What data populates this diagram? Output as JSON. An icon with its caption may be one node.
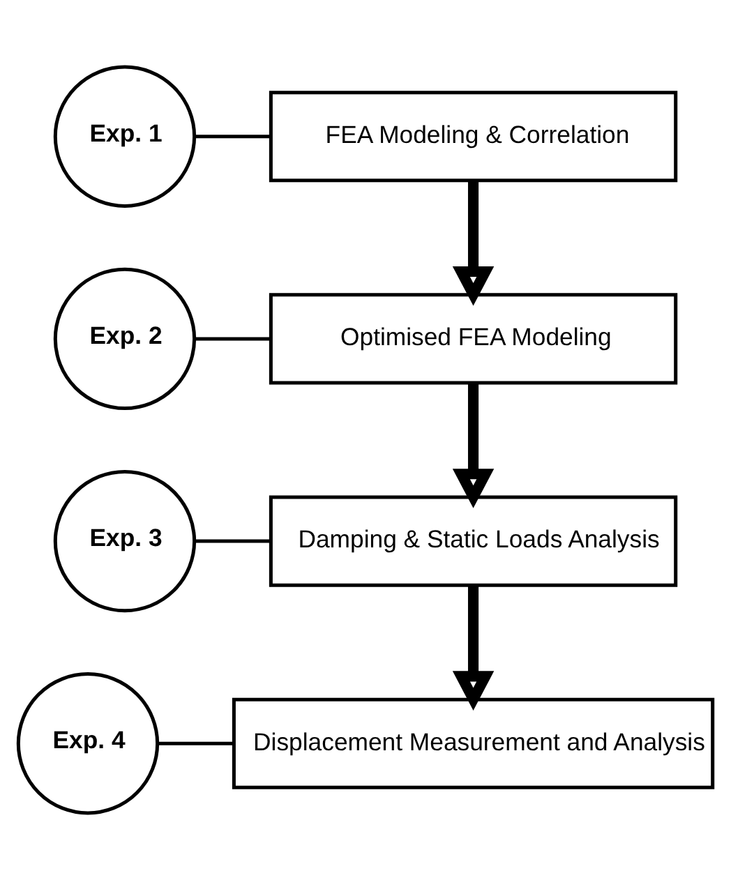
{
  "diagram": {
    "nodes": [
      {
        "text": [
          "Exp. 1"
        ]
      },
      {
        "text": [
          "FEA Modeling & Correlation"
        ]
      },
      {
        "text": [
          "Exp. 2"
        ]
      },
      {
        "text": [
          "Optimised FEA Modeling"
        ]
      },
      {
        "text": [
          "Exp. 3"
        ]
      },
      {
        "text": [
          "Damping & Static Loads Analysis"
        ]
      },
      {
        "text": [
          "Exp. 4"
        ]
      },
      {
        "text": [
          "Displacement Measurement and Analysis"
        ]
      }
    ],
    "edges": [
      {
        "from": 0,
        "to": 1,
        "arrow": "none"
      },
      {
        "from": 2,
        "to": 3,
        "arrow": "none"
      },
      {
        "from": 4,
        "to": 5,
        "arrow": "none"
      },
      {
        "from": 6,
        "to": 7,
        "arrow": "none"
      },
      {
        "from": 1,
        "to": 3,
        "arrow": "to",
        "style": "thick"
      },
      {
        "from": 3,
        "to": 5,
        "arrow": "to",
        "style": "thick"
      },
      {
        "from": 5,
        "to": 7,
        "arrow": "to",
        "style": "thick"
      }
    ]
  }
}
